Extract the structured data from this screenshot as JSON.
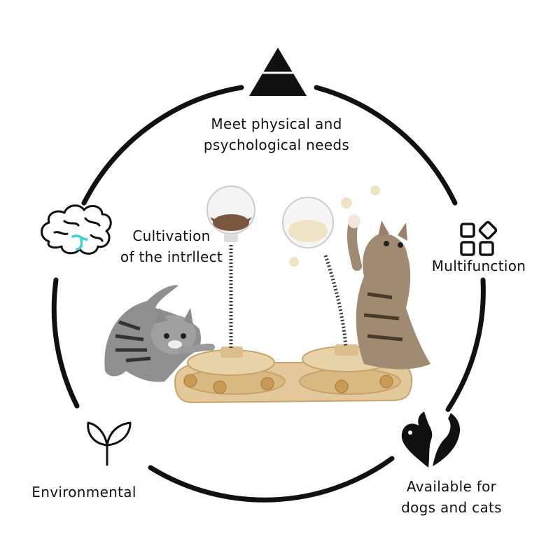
{
  "features": {
    "physical": {
      "icon": "pyramid-icon",
      "line1": "Meet physical and",
      "line2": "psychological needs"
    },
    "intellect": {
      "icon": "brain-icon",
      "line1": "Cultivation",
      "line2": "of the intrllect"
    },
    "multifunction": {
      "icon": "four-shapes-icon",
      "line1": "Multifunction"
    },
    "environmental": {
      "icon": "sprout-icon",
      "line1": "Environmental"
    },
    "pets": {
      "icon": "dog-cat-heart-icon",
      "line1": "Available for",
      "line2": "dogs and cats"
    }
  },
  "colors": {
    "ink": "#111111",
    "brain_accent": "#3fd0d0",
    "wood": "#e2c89a",
    "wood_dark": "#c9a36a"
  }
}
